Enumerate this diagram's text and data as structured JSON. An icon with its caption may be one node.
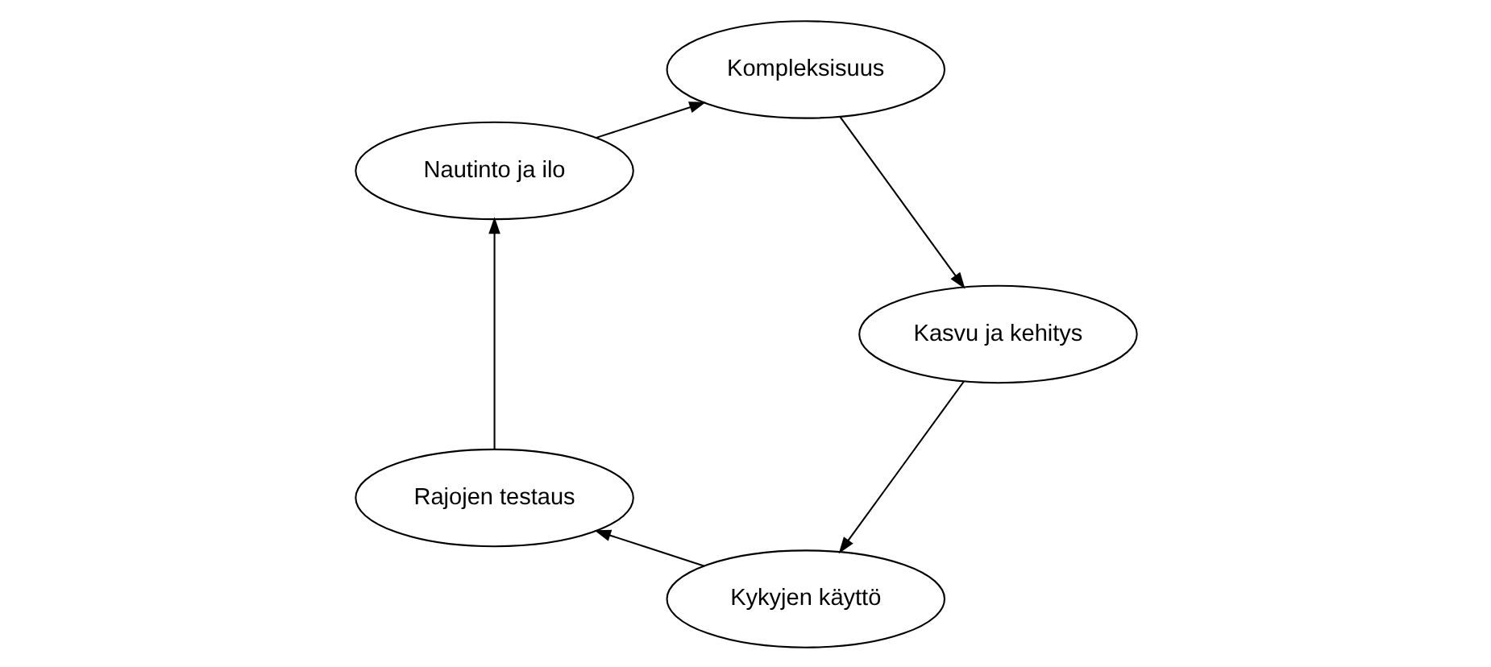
{
  "diagram": {
    "nodes": [
      {
        "text": [
          "Kykyjen käyttö"
        ]
      },
      {
        "text": [
          "Rajojen testaus"
        ]
      },
      {
        "text": [
          "Nautinto ja ilo"
        ]
      },
      {
        "text": [
          "Kompleksisuus"
        ]
      },
      {
        "text": [
          "Kasvu ja kehitys"
        ]
      }
    ],
    "edges": [
      {
        "from": 0,
        "to": 1,
        "arrow": "to"
      },
      {
        "from": 1,
        "to": 2,
        "arrow": "to"
      },
      {
        "from": 2,
        "to": 3,
        "arrow": "to"
      },
      {
        "from": 3,
        "to": 4,
        "arrow": "to"
      },
      {
        "from": 4,
        "to": 0,
        "arrow": "to"
      }
    ]
  }
}
